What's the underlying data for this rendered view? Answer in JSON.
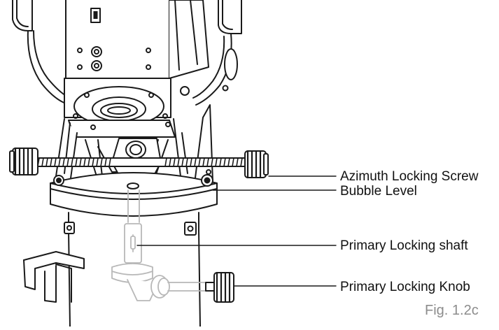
{
  "diagram": {
    "callouts": [
      {
        "id": "azimuth-locking-screw",
        "label": "Azimuth Locking Screw"
      },
      {
        "id": "bubble-level",
        "label": "Bubble Level"
      },
      {
        "id": "primary-locking-shaft",
        "label": "Primary Locking shaft"
      },
      {
        "id": "primary-locking-knob",
        "label": "Primary Locking Knob"
      }
    ],
    "figure_label": "Fig. 1.2c",
    "colors": {
      "line": "#1a1a1a",
      "ghost": "#b8b8b8",
      "figure_label": "#8c8c8c",
      "fill": "#ffffff"
    }
  }
}
